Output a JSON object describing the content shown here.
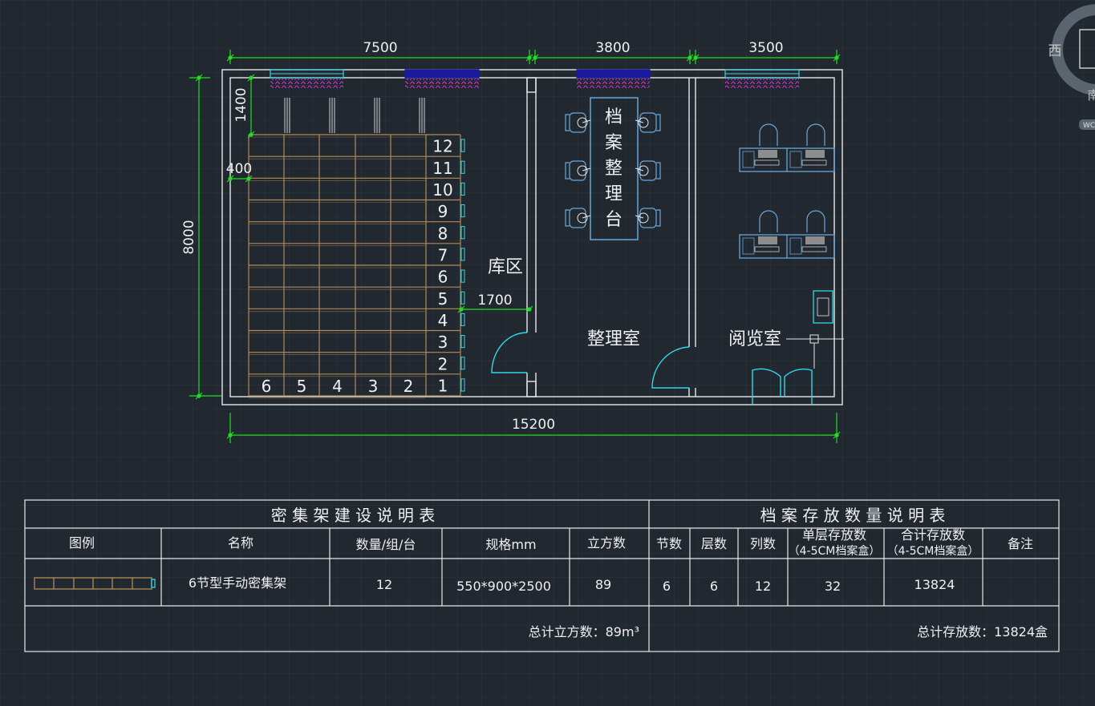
{
  "colors": {
    "background": "#212830",
    "grid": "#2b333c",
    "wall": "#e8e8e8",
    "dimension": "#22dd22",
    "shelf": "#b08a5a",
    "window_cyan": "#3fd0e0",
    "window_blue": "#1a1aa0",
    "curtain_magenta": "#e030e0",
    "furniture": "#6aa6d8",
    "door": "#30d8e8",
    "text": "#f0f0f0"
  },
  "dimensions": {
    "top_a": "7500",
    "top_b": "3800",
    "top_c": "3500",
    "bottom": "15200",
    "left": "8000",
    "inner_1400": "1400",
    "inner_400": "400",
    "inner_1700": "1700"
  },
  "rows": [
    "12",
    "11",
    "10",
    "9",
    "8",
    "7",
    "6",
    "5",
    "4",
    "3",
    "2",
    "1"
  ],
  "columns": [
    "6",
    "5",
    "4",
    "3",
    "2"
  ],
  "rooms": {
    "storage": "库区",
    "sorting": "整理室",
    "reading": "阅览室",
    "table_chars": [
      "档",
      "案",
      "整",
      "理",
      "台"
    ]
  },
  "compass": {
    "west": "西",
    "south": "南",
    "wcs": "WCS"
  },
  "table1": {
    "title": "密 集 架 建 设 说 明 表",
    "headers": [
      "图例",
      "名称",
      "数量/组/台",
      "规格mm",
      "立方数"
    ],
    "row": {
      "name": "6节型手动密集架",
      "qty": "12",
      "spec": "550*900*2500",
      "volume": "89"
    },
    "total": "总计立方数：89m³"
  },
  "table2": {
    "title": "档 案 存 放 数 量 说 明 表",
    "headers": [
      "节数",
      "层数",
      "列数"
    ],
    "header_single_1": "单层存放数",
    "header_single_2": "（4-5CM档案盒）",
    "header_total_1": "合计存放数",
    "header_total_2": "（4-5CM档案盒）",
    "header_remark": "备注",
    "row": [
      "6",
      "6",
      "12",
      "32",
      "13824"
    ],
    "total": "总计存放数：13824盒"
  }
}
